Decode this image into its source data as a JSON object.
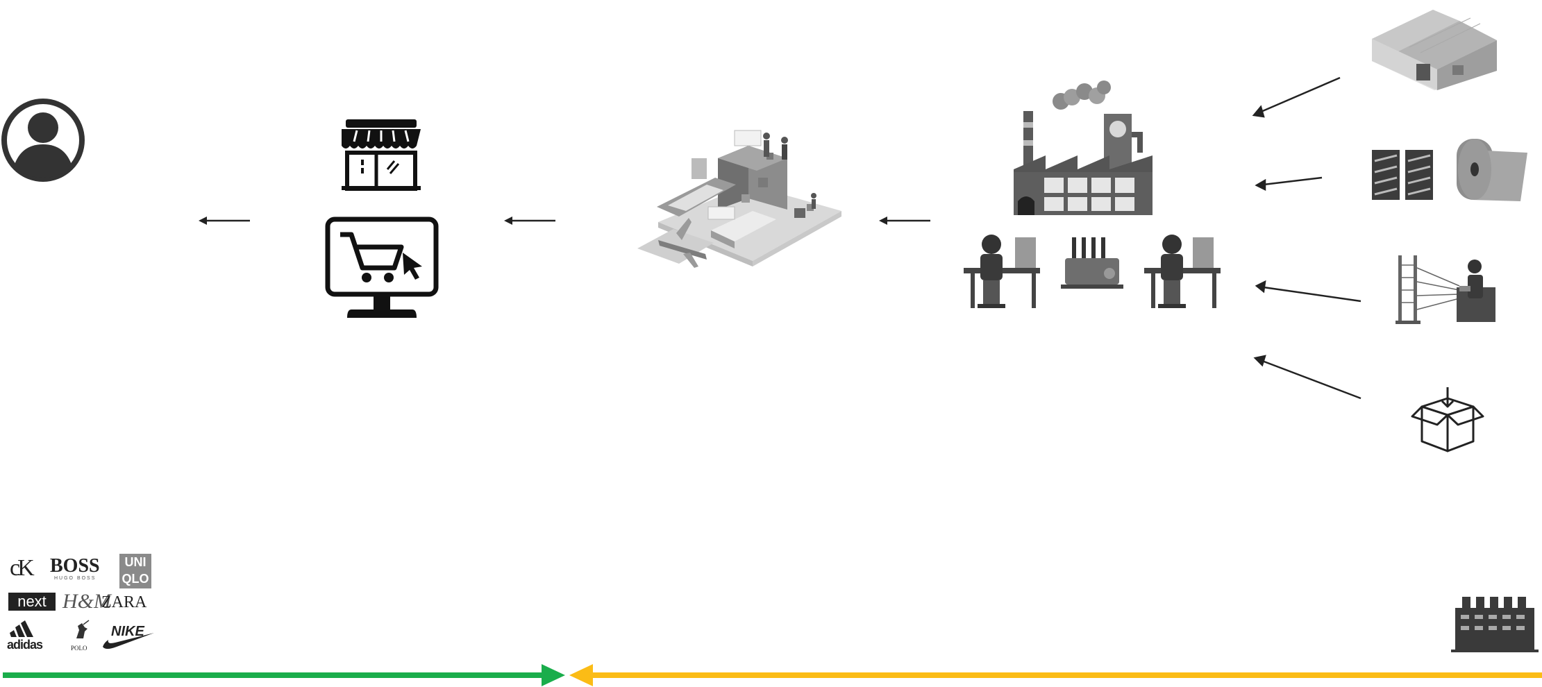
{
  "flow": {
    "stages": [
      "consumer",
      "retail",
      "logistics",
      "manufacturing",
      "raw-materials"
    ],
    "colors": {
      "arrow": "#222222",
      "green_bar": "#1aad4b",
      "yellow_bar": "#fbbc16",
      "icon_dark": "#1a1a1a",
      "icon_grey": "#8a8a8a"
    }
  },
  "brands": {
    "ck": "cK",
    "boss": "BOSS",
    "boss_sub": "HUGO BOSS",
    "uniqlo_top": "UNI",
    "uniqlo_bottom": "QLO",
    "next": "next",
    "hm": "H&M",
    "zara": "ZARA",
    "adidas": "adidas",
    "polo": "POLO",
    "nike": "NIKE"
  },
  "icons": {
    "consumer": "user-avatar-icon",
    "storefront": "storefront-icon",
    "online_shop": "online-shopping-cart-icon",
    "logistics": "logistics-hub-icon",
    "factory": "factory-icon",
    "workers": "garment-workers-icon",
    "warehouse": "warehouse-icon",
    "fibers": "yarn-fiber-icon",
    "fabric_roll": "fabric-roll-icon",
    "loom": "loom-weaver-icon",
    "box": "open-box-icon",
    "supplier_factory": "supplier-factory-icon"
  }
}
